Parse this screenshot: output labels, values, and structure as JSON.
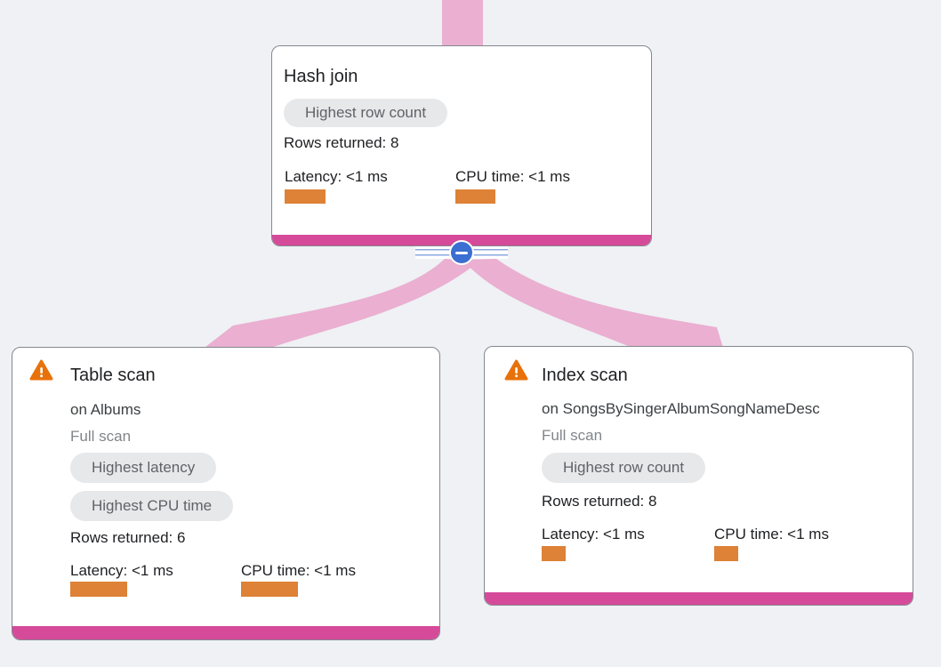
{
  "diagram": {
    "type": "query-execution-plan-tree",
    "collapse_button": {
      "icon": "minus-icon",
      "state": "expanded"
    }
  },
  "colors": {
    "background": "#eff1f4",
    "card_background": "#ffffff",
    "card_border": "#83888f",
    "accent_pink": "#d64a9a",
    "edge_pink": "#eaafd1",
    "bar_orange": "#dd8236",
    "warning_orange": "#e8710a",
    "collapse_blue": "#3b6fd1",
    "badge_background": "#e7e8ea",
    "badge_text": "#5f6368",
    "muted_text": "#80868b",
    "body_text": "#202124"
  },
  "nodes": {
    "hash_join": {
      "title": "Hash join",
      "badges": [
        "Highest row count"
      ],
      "rows_returned": "Rows returned: 8",
      "latency": "Latency: <1 ms",
      "cpu_time": "CPU time: <1 ms",
      "latency_bar_width": 46,
      "cpu_bar_width": 45
    },
    "table_scan": {
      "title": "Table scan",
      "subtitle": "on Albums",
      "scan_type": "Full scan",
      "warning_icon": "warning-triangle-icon",
      "badges": [
        "Highest latency",
        "Highest CPU time"
      ],
      "rows_returned": "Rows returned: 6",
      "latency": "Latency: <1 ms",
      "cpu_time": "CPU time: <1 ms",
      "latency_bar_width": 64,
      "cpu_bar_width": 64
    },
    "index_scan": {
      "title": "Index scan",
      "subtitle": "on SongsBySingerAlbumSongNameDesc",
      "scan_type": "Full scan",
      "warning_icon": "warning-triangle-icon",
      "badges": [
        "Highest row count"
      ],
      "rows_returned": "Rows returned: 8",
      "latency": "Latency: <1 ms",
      "cpu_time": "CPU time: <1 ms",
      "latency_bar_width": 27,
      "cpu_bar_width": 27
    }
  }
}
